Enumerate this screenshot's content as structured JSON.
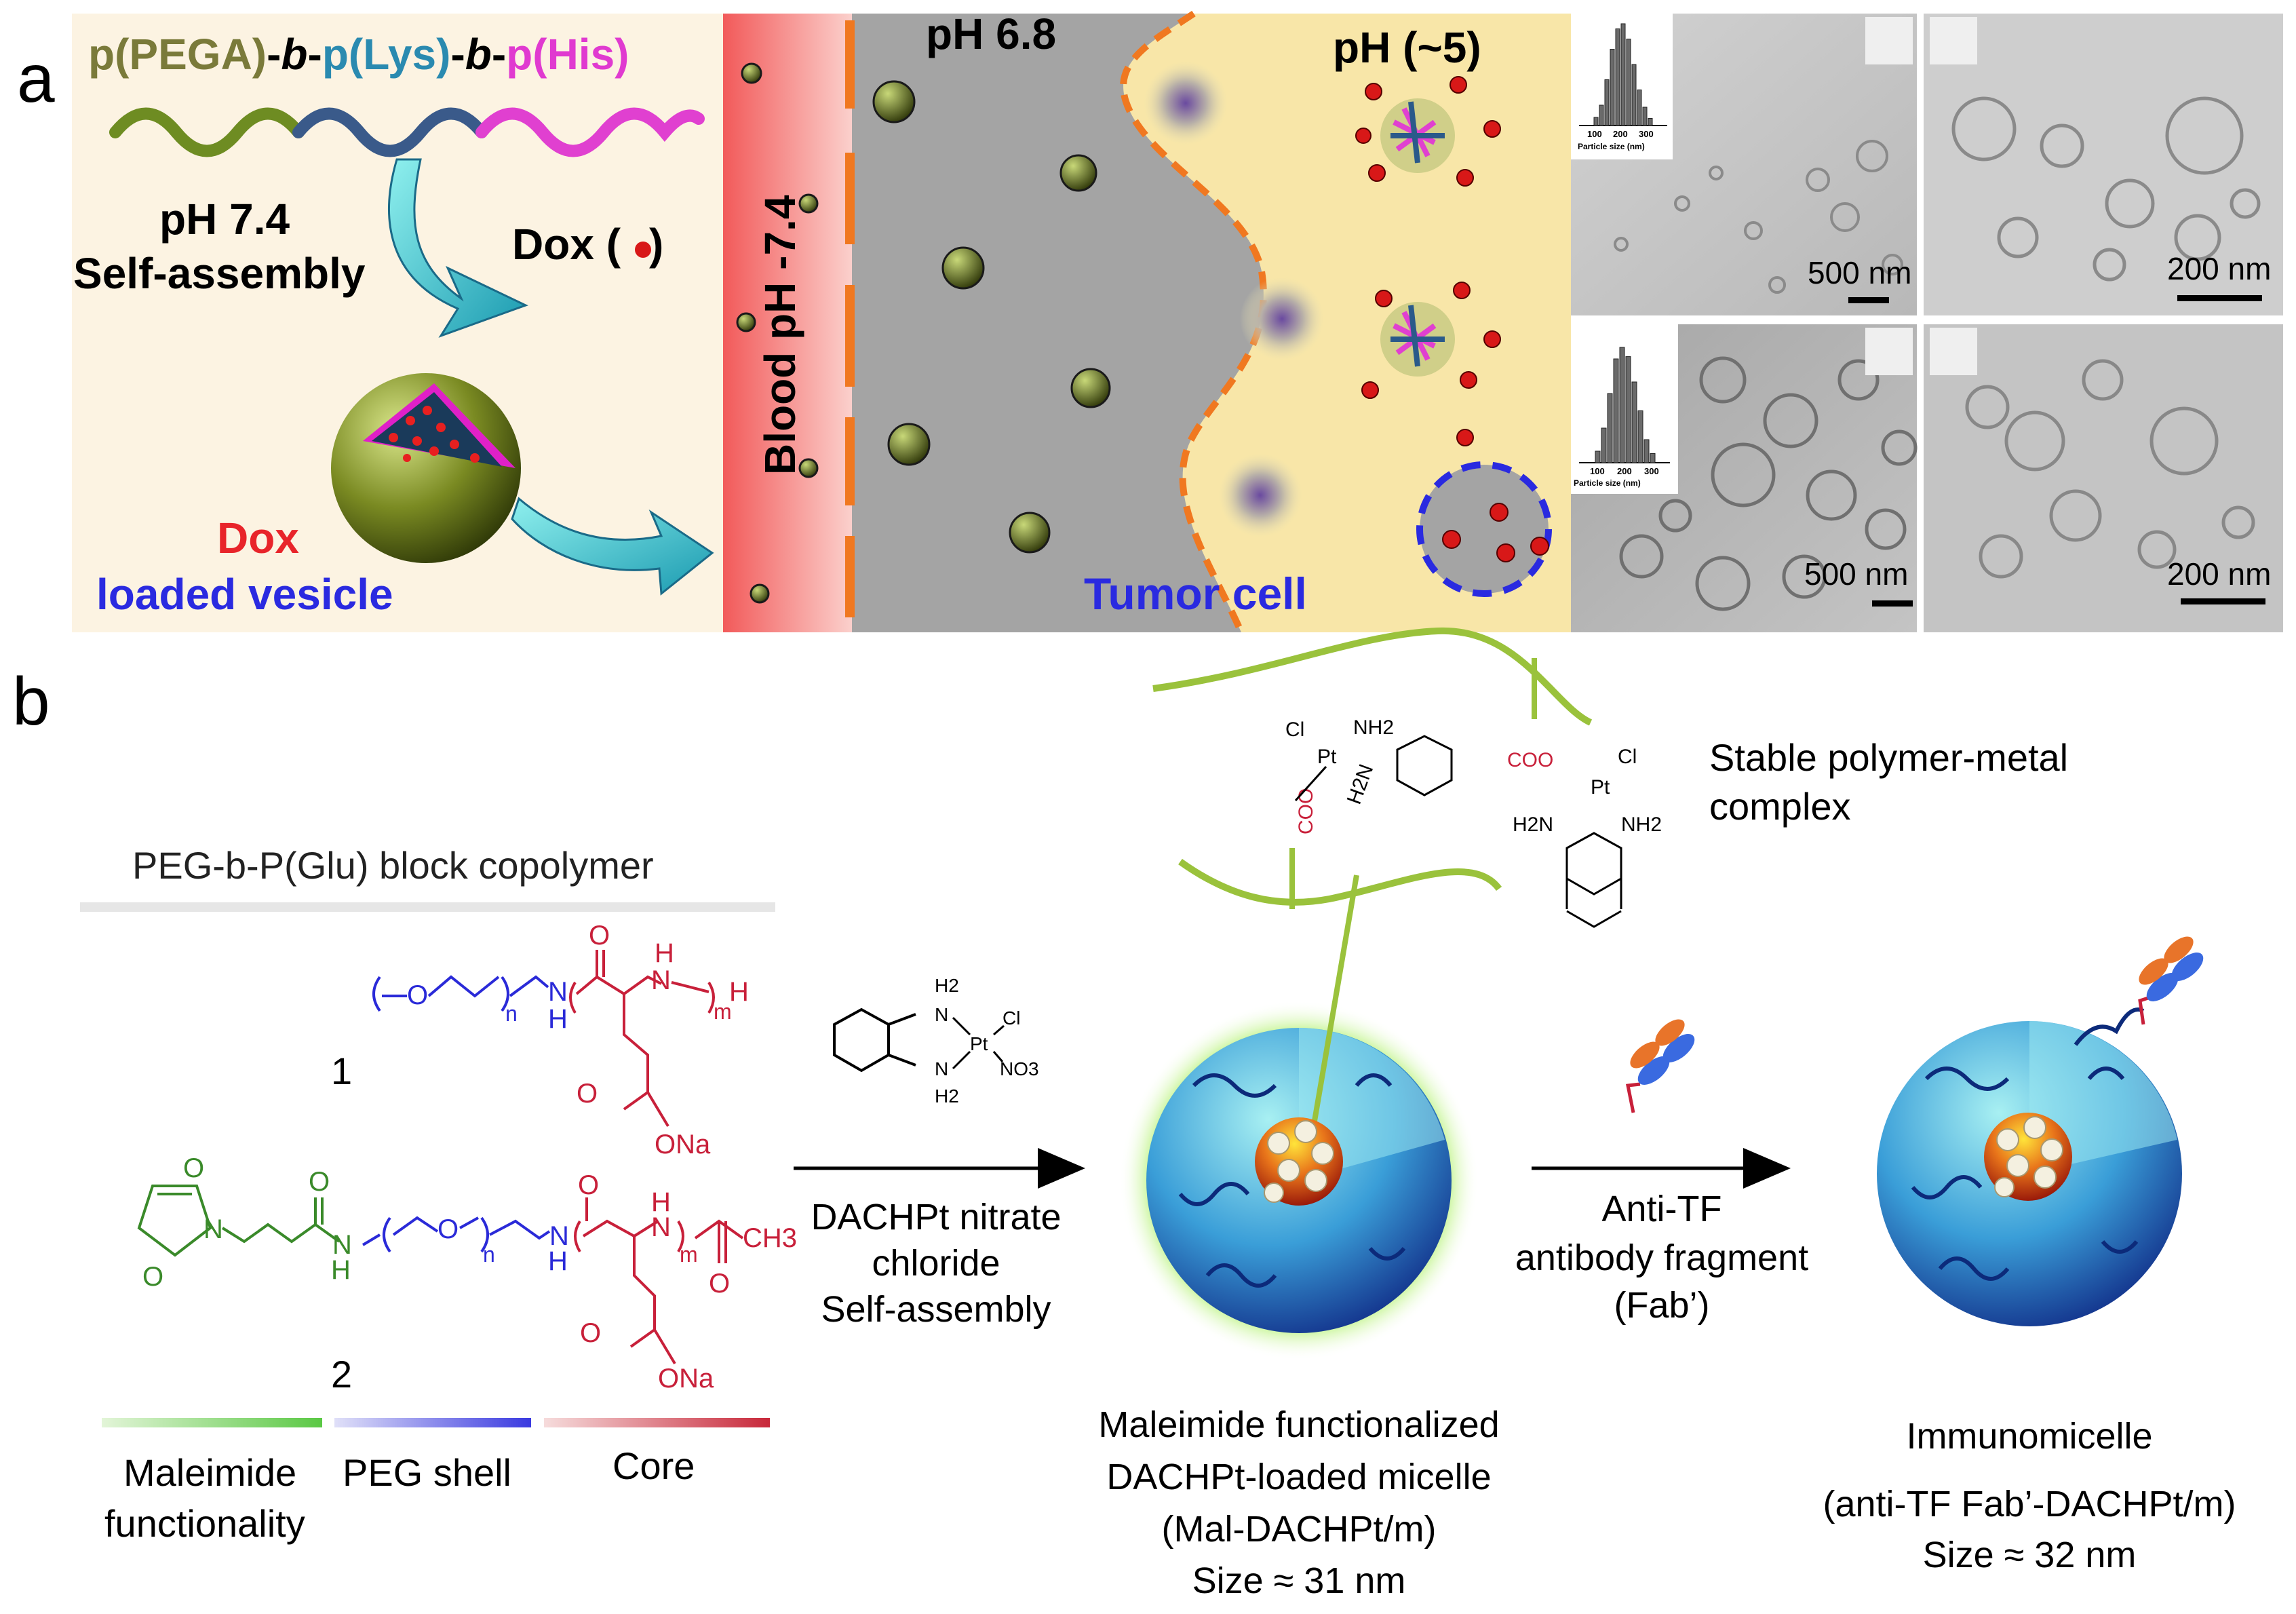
{
  "panel_a": {
    "label": "a",
    "polymer_title": {
      "pega": "p(PEGA)",
      "dash1": "-",
      "b1": "b",
      "dash2": "-",
      "lys": "p(Lys)",
      "dash3": "-",
      "b2": "b",
      "dash4": "-",
      "his": "p(His)"
    },
    "ph74": "pH 7.4",
    "self_assembly": "Self-assembly",
    "dox_label": "Dox (",
    "dox_close": ")",
    "vesicle_dox": "Dox",
    "vesicle_loaded": "loaded vesicle",
    "blood_ph": "Blood pH -7.4",
    "ph68": "pH 6.8",
    "ph5": "pH (~5)",
    "tumor_cell": "Tumor cell",
    "tem": {
      "top_left_scale": "500 nm",
      "top_right_scale": "200 nm",
      "bottom_left_scale": "500 nm",
      "bottom_right_scale": "200 nm",
      "hist_ticks": [
        "100",
        "200",
        "300"
      ],
      "hist_axis": "Particle size (nm)",
      "hist_top_bars": [
        0.08,
        0.2,
        0.45,
        0.75,
        0.95,
        1.0,
        0.85,
        0.6,
        0.35,
        0.18,
        0.07
      ],
      "hist_bottom_bars": [
        0.1,
        0.3,
        0.6,
        0.9,
        1.0,
        0.92,
        0.7,
        0.45,
        0.2,
        0.08
      ]
    }
  },
  "panel_b": {
    "label": "b",
    "copolymer_title": "PEG-b-P(Glu) block copolymer",
    "compound1": "1",
    "compound2": "2",
    "chem": {
      "O": "O",
      "N": "N",
      "H": "H",
      "n": "n",
      "m": "m",
      "ONa": "ONa",
      "CH3": "CH3",
      "Cl": "Cl",
      "Pt": "Pt",
      "NO3": "NO3",
      "NH2": "NH2",
      "H2N": "H2N",
      "COO": "COO",
      "H2": "H2",
      "NH": "N"
    },
    "step1": [
      "DACHPt nitrate",
      "chloride",
      "Self-assembly"
    ],
    "step2": [
      "Anti-TF",
      "antibody fragment",
      "(Fab’)"
    ],
    "complex_label": [
      "Stable polymer-metal",
      "complex"
    ],
    "micelle_label": [
      "Maleimide functionalized",
      "DACHPt-loaded micelle",
      "(Mal-DACHPt/m)",
      "Size ≈ 31 nm"
    ],
    "immuno_label": [
      "Immunomicelle",
      "(anti-TF Fab’-DACHPt/m)",
      "Size ≈ 32 nm"
    ],
    "legend": [
      "Maleimide",
      "functionality",
      "PEG shell",
      "Core"
    ],
    "colors": {
      "blue": "#2a2ad8",
      "red": "#c8203a",
      "green": "#3a8a2a",
      "lime": "#9ac23c"
    }
  }
}
